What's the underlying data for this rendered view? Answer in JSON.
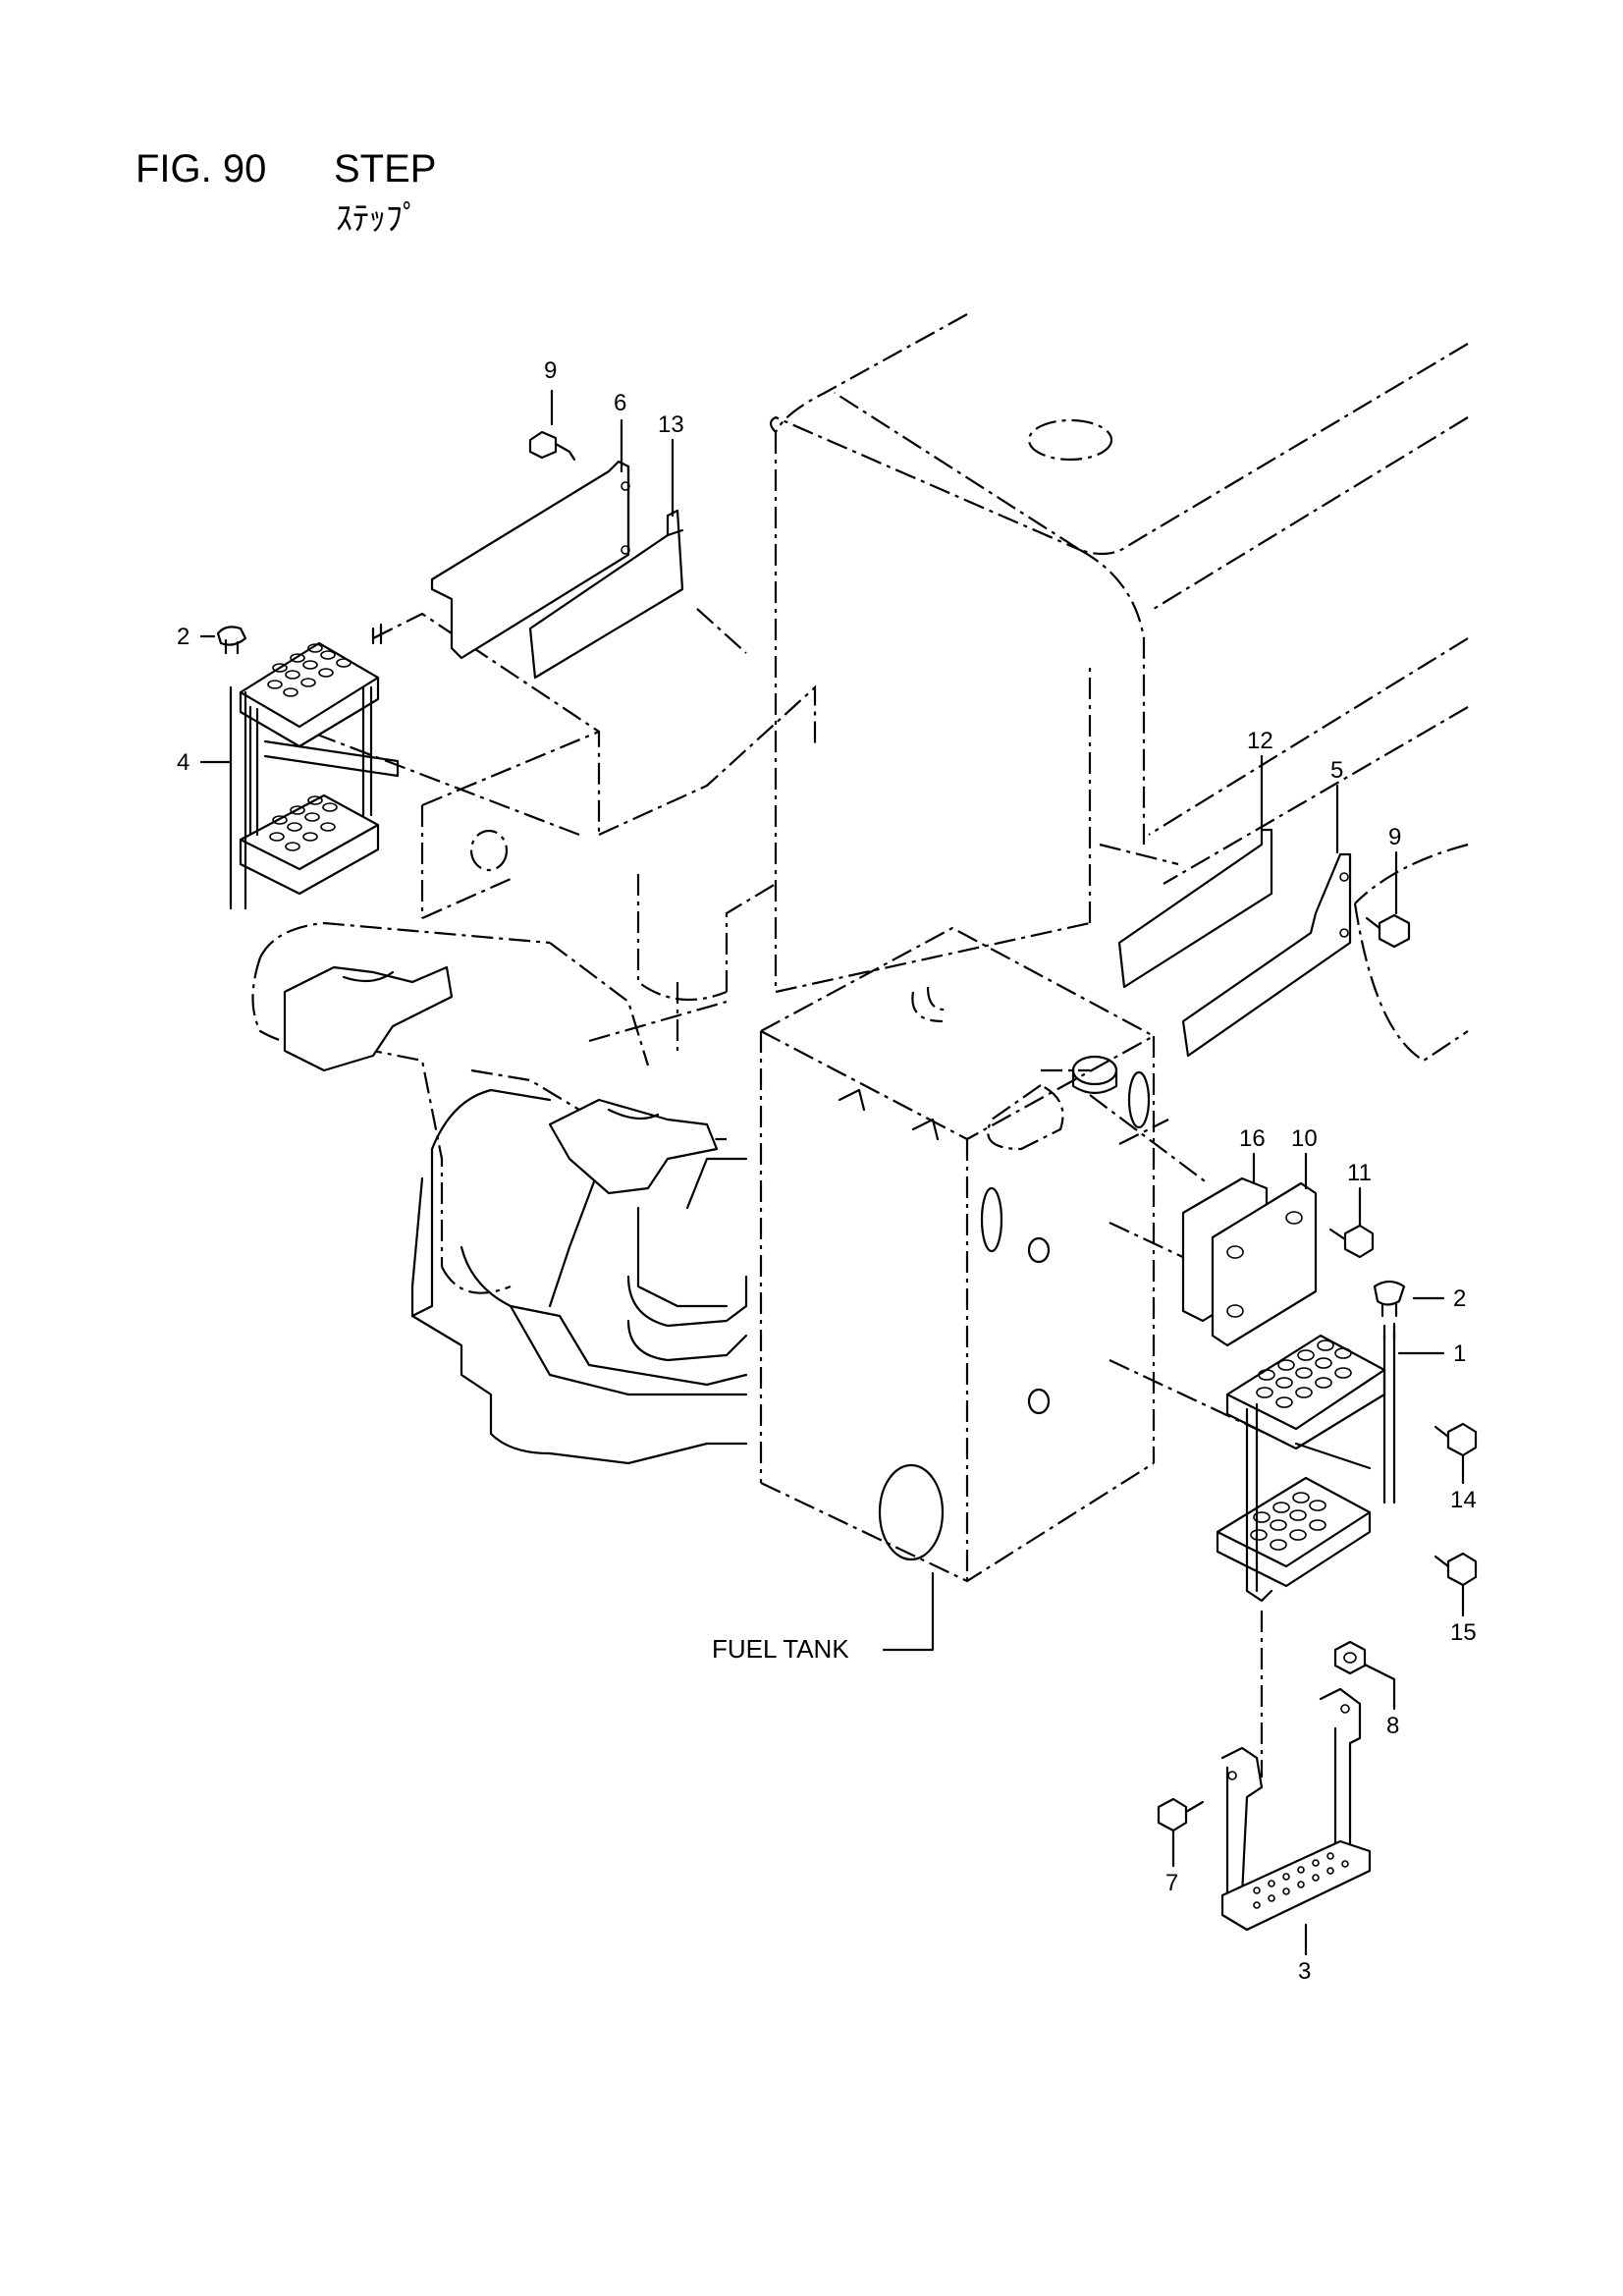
{
  "header": {
    "figure_number": "FIG. 90",
    "title": "STEP",
    "subtitle": "ｽﾃｯﾌﾟ"
  },
  "callouts": [
    {
      "id": "c1",
      "label": "1"
    },
    {
      "id": "c2a",
      "label": "2"
    },
    {
      "id": "c2b",
      "label": "2"
    },
    {
      "id": "c3",
      "label": "3"
    },
    {
      "id": "c4",
      "label": "4"
    },
    {
      "id": "c5",
      "label": "5"
    },
    {
      "id": "c6",
      "label": "6"
    },
    {
      "id": "c7",
      "label": "7"
    },
    {
      "id": "c8",
      "label": "8"
    },
    {
      "id": "c9a",
      "label": "9"
    },
    {
      "id": "c9b",
      "label": "9"
    },
    {
      "id": "c10",
      "label": "10"
    },
    {
      "id": "c11",
      "label": "11"
    },
    {
      "id": "c12",
      "label": "12"
    },
    {
      "id": "c13",
      "label": "13"
    },
    {
      "id": "c14",
      "label": "14"
    },
    {
      "id": "c15",
      "label": "15"
    },
    {
      "id": "c16",
      "label": "16"
    }
  ],
  "annotations": {
    "fuel_tank": "FUEL TANK"
  }
}
